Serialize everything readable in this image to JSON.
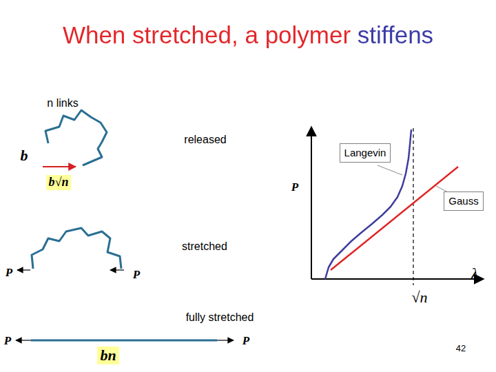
{
  "diagram": {
    "title": "When stretched, a polymer stiffens",
    "nodes": [
      {
        "text": [
          "b√n"
        ]
      },
      {
        "text": [
          "Langevin"
        ]
      },
      {
        "text": [
          "Gauss"
        ]
      },
      {
        "text": [
          "bn"
        ]
      }
    ],
    "labels": [
      "n links",
      "b",
      "released",
      "P",
      "stretched",
      "P",
      "P",
      "λ",
      "√n",
      "fully stretched",
      "P",
      "P",
      "42"
    ]
  }
}
